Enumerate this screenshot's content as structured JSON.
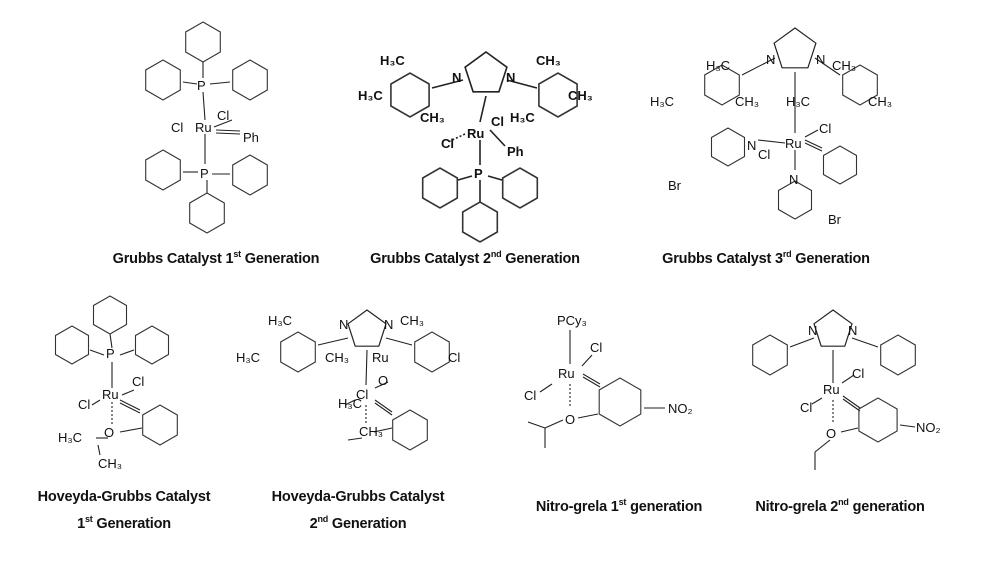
{
  "captions": [
    {
      "pre": "Grubbs  Catalyst 1",
      "sup": "st",
      "post": " Generation"
    },
    {
      "pre": "Grubbs  Catalyst 2",
      "sup": "nd",
      "post": " Generation"
    },
    {
      "pre": "Grubbs  Catalyst 3",
      "sup": "rd",
      "post": " Generation"
    },
    {
      "line1": "Hoveyda-Grubbs Catalyst",
      "pre": "1",
      "sup": "st",
      "post": " Generation"
    },
    {
      "line1": "Hoveyda-Grubbs Catalyst",
      "pre": "2",
      "sup": "nd",
      "post": " Generation"
    },
    {
      "pre": "Nitro-grela 1",
      "sup": "st",
      "post": " generation"
    },
    {
      "pre": "Nitro-grela 2",
      "sup": "nd",
      "post": " generation"
    }
  ],
  "molecules": [
    {
      "name": "grubbs-1",
      "atoms": [
        "P",
        "P",
        "Ru",
        "Cl",
        "Cl",
        "Ph"
      ]
    },
    {
      "name": "grubbs-2",
      "atoms": [
        "H₃C",
        "H₃C",
        "CH₃",
        "N",
        "N",
        "CH₃",
        "H₃C",
        "CH₃",
        "Ru",
        "Cl",
        "Cl",
        "Ph",
        "P"
      ]
    },
    {
      "name": "grubbs-3",
      "atoms": [
        "H₃C",
        "H₃C",
        "CH₃",
        "N",
        "N",
        "CH₃",
        "H₃C",
        "CH₃",
        "Ru",
        "Cl",
        "Cl",
        "N",
        "Br",
        "N",
        "Br"
      ]
    },
    {
      "name": "hoveyda-grubbs-1",
      "atoms": [
        "P",
        "Ru",
        "Cl",
        "Cl",
        "O",
        "H₃C",
        "CH₃"
      ]
    },
    {
      "name": "hoveyda-grubbs-2",
      "atoms": [
        "H₃C",
        "H₃C",
        "CH₃",
        "N",
        "N",
        "CH₃",
        "Ru",
        "Cl",
        "Cl",
        "O",
        "H₃C",
        "CH₃"
      ]
    },
    {
      "name": "nitro-grela-1",
      "atoms": [
        "PCy₃",
        "Cl",
        "Ru",
        "Cl",
        "O",
        "NO₂"
      ]
    },
    {
      "name": "nitro-grela-2",
      "atoms": [
        "N",
        "N",
        "Ru",
        "Cl",
        "Cl",
        "O",
        "NO₂"
      ]
    }
  ]
}
